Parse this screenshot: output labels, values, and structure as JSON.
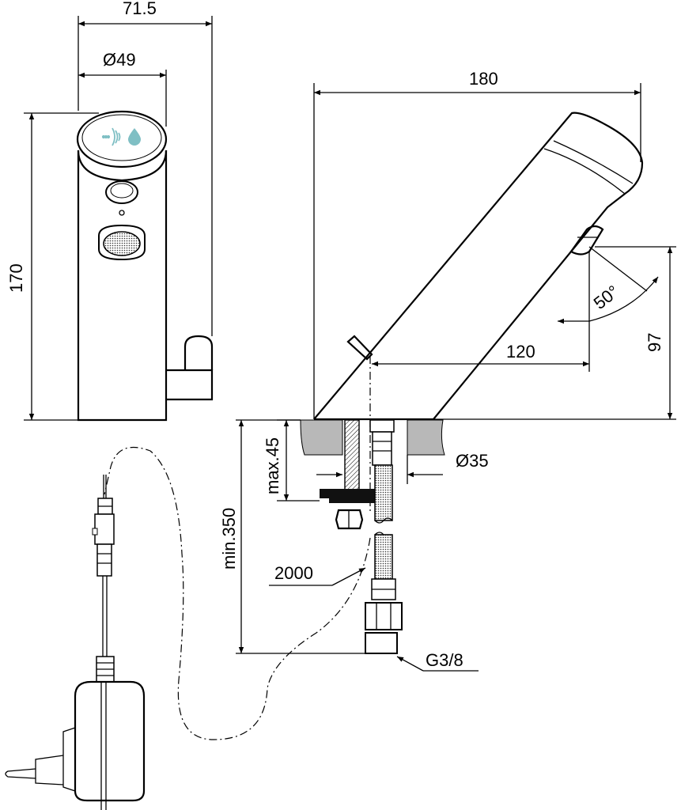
{
  "drawing": {
    "front_view": {
      "width_overall": "71.5",
      "body_diameter": "Ø49",
      "height": "170"
    },
    "side_view": {
      "length": "180",
      "spout_offset": "120",
      "spout_height": "97",
      "angle": "50°",
      "hole_diameter": "Ø35",
      "deck_thickness": "max.45",
      "min_length": "min.350",
      "cable_length": "2000",
      "thread": "G3/8"
    },
    "colors": {
      "line": "#000000",
      "sensor_icon": "#7fbfc4",
      "deck": "#b8b8b8",
      "dark_part": "#111111"
    }
  }
}
